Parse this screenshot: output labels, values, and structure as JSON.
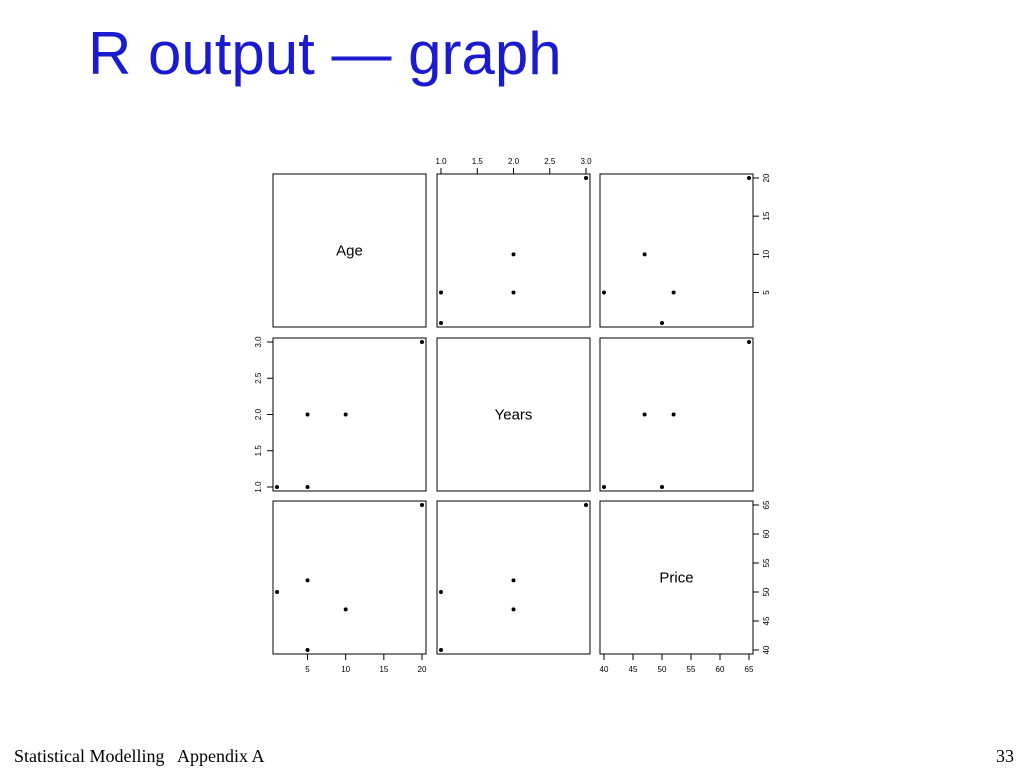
{
  "slide": {
    "title": "R output — graph",
    "footer_left": "Statistical Modelling   Appendix A",
    "page_number": "33"
  },
  "chart_data": {
    "type": "scatter",
    "subtype": "pairs-matrix",
    "variables": [
      "Age",
      "Years",
      "Price"
    ],
    "observations": {
      "Age": [
        20,
        10,
        5,
        5,
        1
      ],
      "Years": [
        3,
        2,
        2,
        1,
        1
      ],
      "Price": [
        65,
        47,
        52,
        40,
        50
      ]
    },
    "ranges": {
      "Age": [
        1,
        20
      ],
      "Years": [
        1,
        3
      ],
      "Price": [
        40,
        65
      ]
    },
    "ticks": {
      "Age": [
        5,
        10,
        15,
        20
      ],
      "Years": [
        1.0,
        1.5,
        2.0,
        2.5,
        3.0
      ],
      "Price": [
        40,
        45,
        50,
        55,
        60,
        65
      ]
    },
    "tick_labels": {
      "Age": [
        "5",
        "10",
        "15",
        "20"
      ],
      "Years": [
        "1.0",
        "1.5",
        "2.0",
        "2.5",
        "3.0"
      ],
      "Price": [
        "40",
        "45",
        "50",
        "55",
        "60",
        "65"
      ]
    },
    "point_color": "#000000",
    "grid": false
  }
}
